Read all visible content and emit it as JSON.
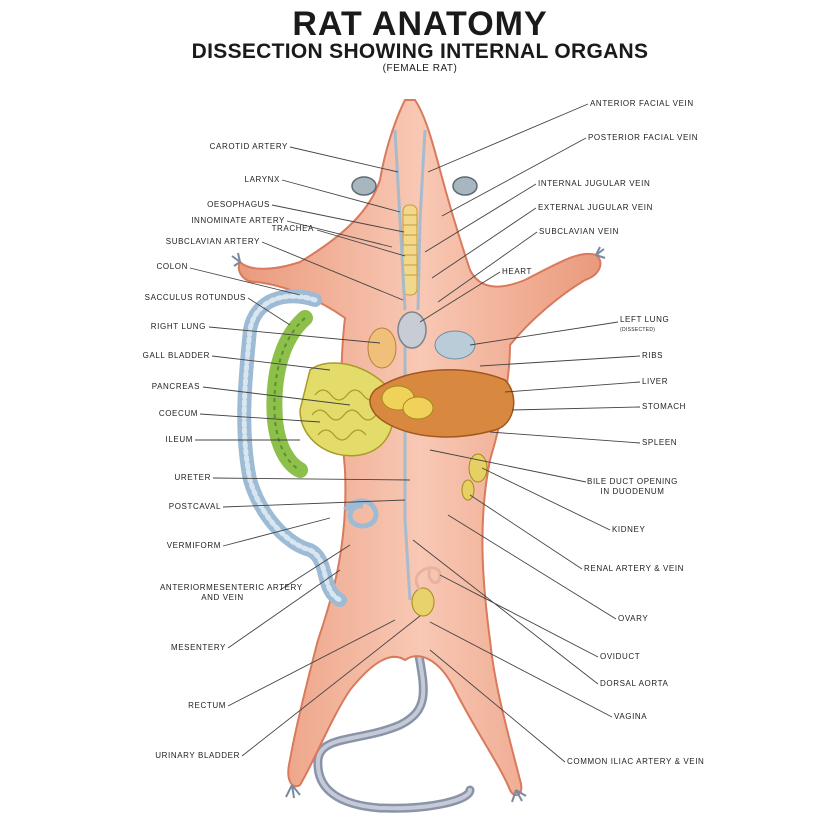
{
  "title": "RAT ANATOMY",
  "subtitle": "DISSECTION SHOWING INTERNAL ORGANS",
  "subnote": "(FEMALE RAT)",
  "labels": {
    "carotid_artery": "CAROTID  ARTERY",
    "larynx": "LARYNX",
    "oesophagus": "OESOPHAGUS",
    "innominate_artery": "INNOMINATE ARTERY",
    "trachea": "TRACHEA",
    "subclavian_artery": "SUBCLAVIAN ARTERY",
    "colon": "COLON",
    "sacculus_rotundus": "SACCULUS  ROTUNDUS",
    "right_lung": "RIGHT LUNG",
    "gall_bladder": "GALL BLADDER",
    "pancreas": "PANCREAS",
    "coecum": "COECUM",
    "ileum": "ILEUM",
    "ureter": "URETER",
    "postcaval": "POSTCAVAL",
    "vermiform": "VERMIFORM",
    "anterior_mesenteric_1": "ANTERIORMESENTERIC  ARTERY",
    "anterior_mesenteric_2": "AND  VEIN",
    "mesentery": "MESENTERY",
    "rectum": "RECTUM",
    "urinary_bladder": "URINARY BLADDER",
    "anterior_facial_vein": "ANTERIOR FACIAL VEIN",
    "posterior_facial_vein": "POSTERIOR FACIAL VEIN",
    "internal_jugular_vein": "INTERNAL  JUGULAR VEIN",
    "external_jugular_vein": "EXTERNAL  JUGULAR VEIN",
    "subclavian_vein": "SUBCLAVIAN VEIN",
    "heart": "HEART",
    "left_lung": "LEFT LUNG",
    "left_lung_note": "(DISSECTED)",
    "ribs": "RIBS",
    "liver": "LIVER",
    "stomach": "STOMACH",
    "spleen": "SPLEEN",
    "bile_duct_1": "BILE  DUCT  OPENING",
    "bile_duct_2": "IN DUODENUM",
    "kidney": "KIDNEY",
    "renal_artery_vein": "RENAL  ARTERY & VEIN",
    "ovary": "OVARY",
    "oviduct": "OVIDUCT",
    "dorsal_aorta": "DORSAL  AORTA",
    "vagina": "VAGINA",
    "common_iliac": "COMMON ILIAC ARTERY & VEIN"
  },
  "colors": {
    "skin": "#f3b49e",
    "skin_edge": "#e07e60",
    "colon": "#b9d3e6",
    "sacculus": "#8cc04a",
    "liver": "#d9893f",
    "intestine": "#e3dc6a",
    "lung": "#f0c07a",
    "heart": "#c8ccd4",
    "leader": "#444444"
  }
}
